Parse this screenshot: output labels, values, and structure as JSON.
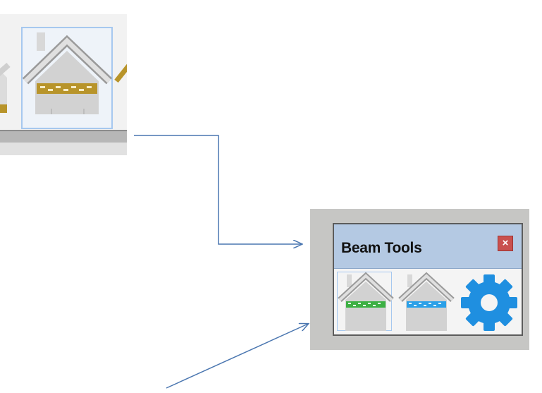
{
  "beam_panel": {
    "title": "Beam Tools",
    "close_glyph": "×",
    "buttons": [
      {
        "name": "beam-green",
        "icon": "house-beam-icon",
        "beam_color": "#3cb043"
      },
      {
        "name": "beam-blue",
        "icon": "house-beam-icon",
        "beam_color": "#2aa0e8"
      },
      {
        "name": "settings",
        "icon": "gear-icon",
        "color": "#1f8fe0"
      }
    ]
  },
  "toolbar_crop": {
    "beam_color": "#b8942a"
  },
  "colors": {
    "arrow": "#4a76b0",
    "title_bar": "#b4c9e3",
    "close": "#c9504e"
  }
}
